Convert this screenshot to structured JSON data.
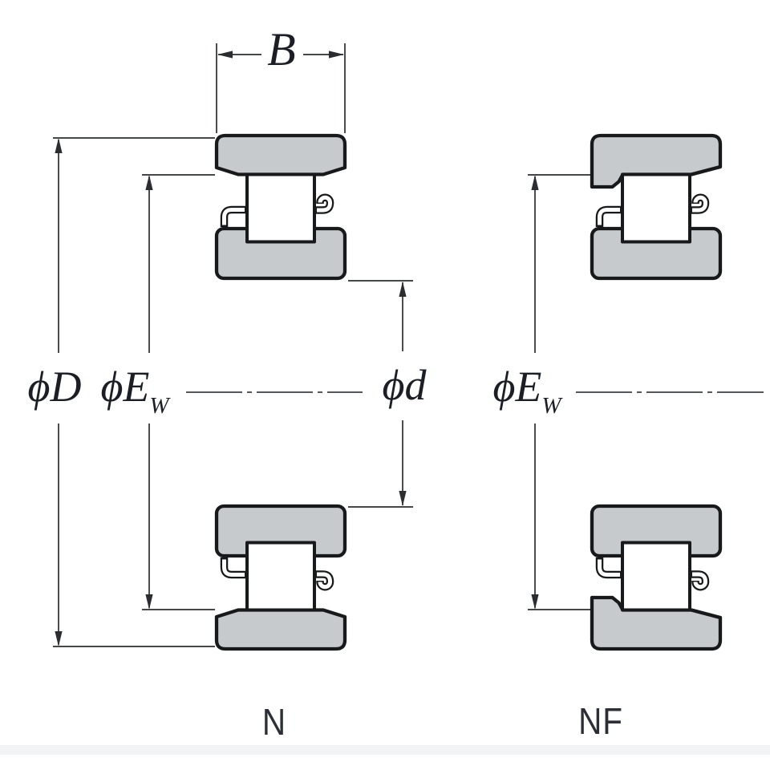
{
  "diagram": {
    "title_meaning": "Cylindrical roller bearing cross sections",
    "left_bearing": {
      "type_label": "N",
      "dims": {
        "width": "B",
        "outer_dia": "ϕD",
        "raceway_dia_main": "ϕE",
        "raceway_dia_sub": "W",
        "bore_dia": "ϕd"
      }
    },
    "right_bearing": {
      "type_label": "NF",
      "dims": {
        "raceway_dia_main": "ϕE",
        "raceway_dia_sub": "W"
      }
    },
    "colors": {
      "ring_fill": "#c7cacc",
      "outline": "#17191b",
      "dimension_lines": "#2b2d30",
      "background": "#ffffff",
      "footer_band": "#f2f3f5"
    }
  }
}
